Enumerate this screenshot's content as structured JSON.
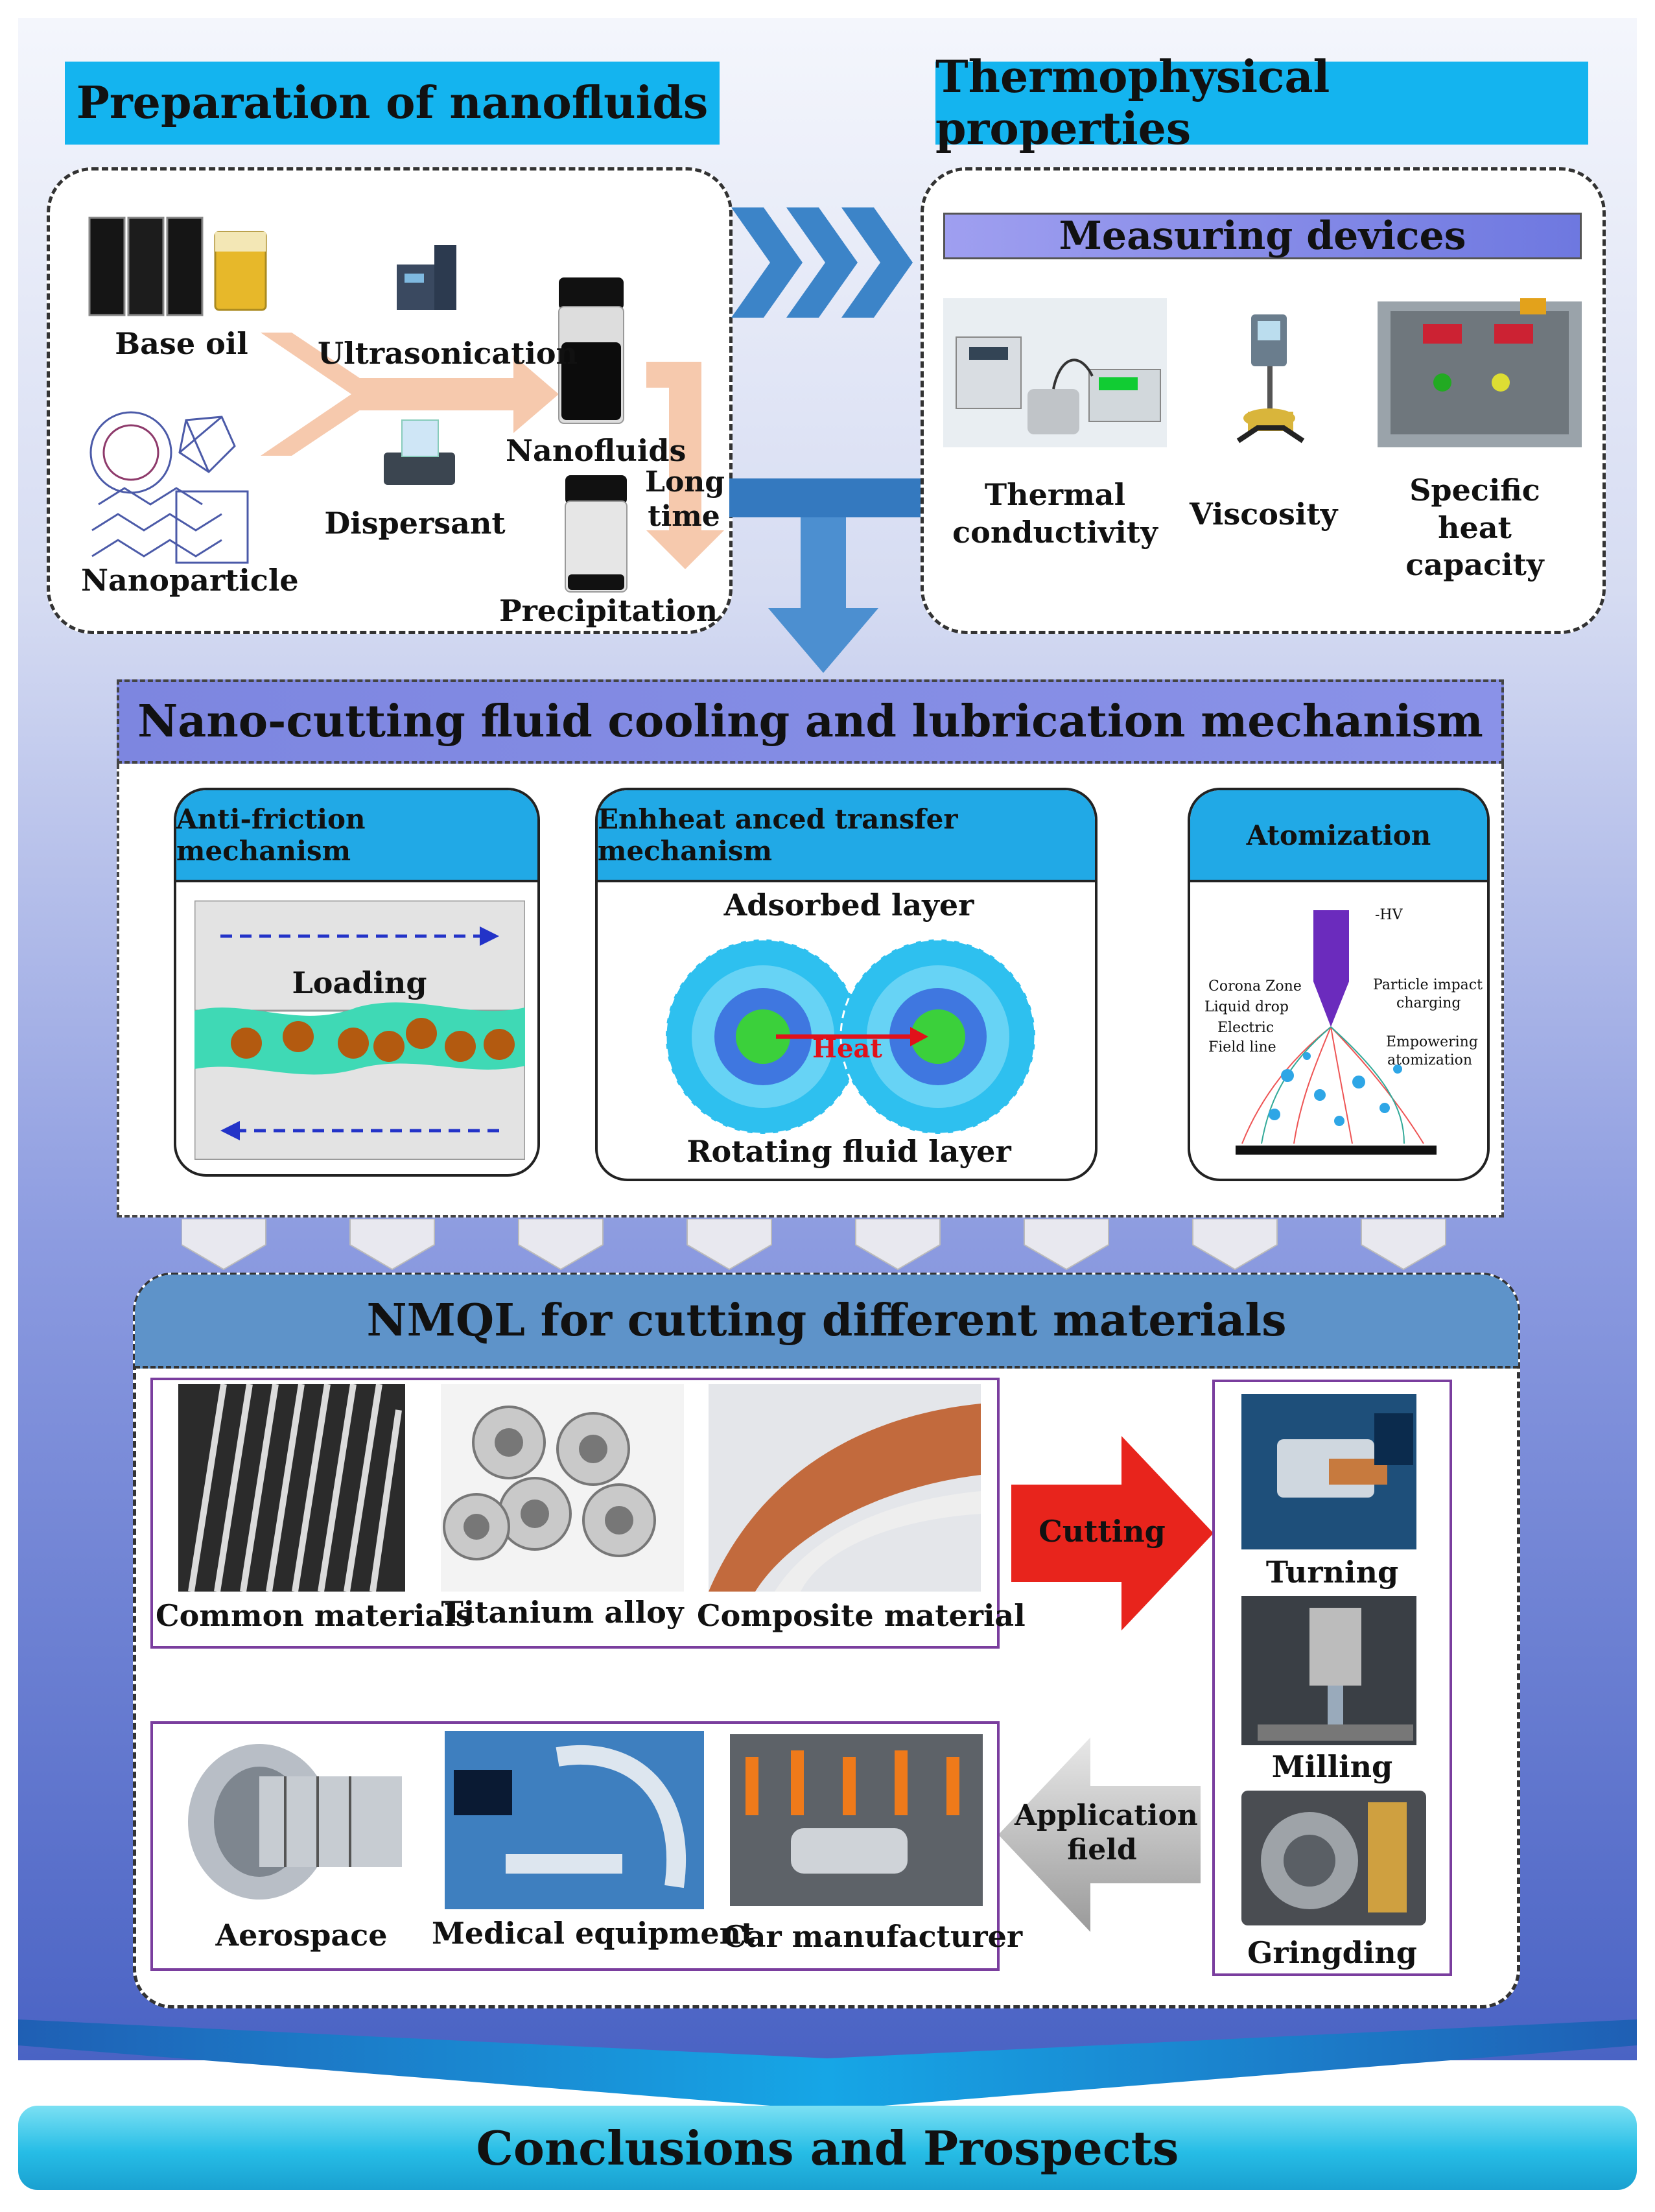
{
  "prep": {
    "title": "Preparation of nanofluids",
    "base_oil": "Base oil",
    "ultrasonication": "Ultrasonication",
    "nanofluids": "Nanofluids",
    "nanoparticle": "Nanoparticle",
    "dispersant": "Dispersant",
    "long_time": "Long time",
    "precipitation": "Precipitation"
  },
  "thermo": {
    "title": "Thermophysical properties",
    "devices_title": "Measuring devices",
    "thermal": "Thermal conductivity",
    "viscosity": "Viscosity",
    "specific_heat": "Specific heat capacity"
  },
  "mechanism": {
    "title": "Nano-cutting fluid cooling and lubrication mechanism",
    "anti_friction": "Anti-friction mechanism",
    "loading": "Loading",
    "heat_transfer": "Enhheat anced transfer mechanism",
    "adsorbed": "Adsorbed layer",
    "heat": "Heat",
    "rotating": "Rotating fluid layer",
    "atomization": "Atomization",
    "hv": "-HV",
    "corona": "Corona Zone",
    "liquid_drop": "Liquid drop",
    "electric": "Electric",
    "field_line": "Field line",
    "particle_impact": "Particle impact",
    "charging": "charging",
    "empowering": "Empowering",
    "atomization_small": "atomization"
  },
  "nmql": {
    "title": "NMQL for cutting different materials",
    "common": "Common materials",
    "titanium": "Titanium alloy",
    "composite": "Composite material",
    "cutting": "Cutting",
    "turning": "Turning",
    "milling": "Milling",
    "grinding": "Gringding",
    "application": "Application field",
    "aerospace": "Aerospace",
    "medical": "Medical equipment",
    "car": "Car manufacturer"
  },
  "conclusion": "Conclusions and Prospects",
  "colors": {
    "cyan": "#14b4ef",
    "violet": "#8a8ee6",
    "steel_blue": "#5e93c9",
    "cutting_red": "#e8241c",
    "application_gray": "#b0b0b0"
  }
}
